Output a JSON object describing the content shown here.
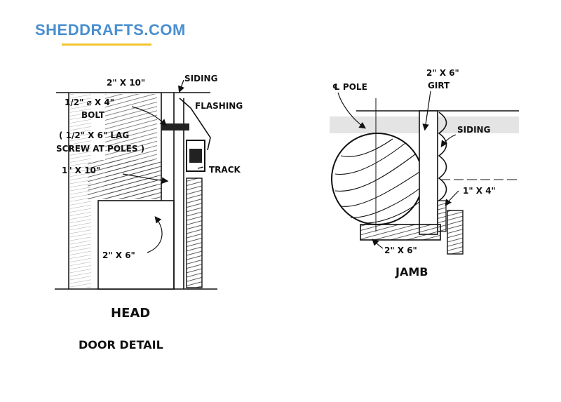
{
  "brand": {
    "logo_text": "SHEDDRAFTS.COM",
    "logo_color": "#4a8fcf",
    "underline_color": "#f2c431"
  },
  "head_detail": {
    "labels": {
      "header_size": "2\" X 10\"",
      "siding": "SIDING",
      "bolt_size": "1/2\" ⌀ X 4\"",
      "bolt": "BOLT",
      "flashing": "FLASHING",
      "lag_line1": "( 1/2\" X 6\" LAG",
      "lag_line2": "SCREW AT POLES )",
      "board": "1\" X 10\"",
      "track": "TRACK",
      "stud": "2\" X 6\""
    },
    "title": "HEAD"
  },
  "jamb_detail": {
    "labels": {
      "pole": "℄ POLE",
      "girt_size": "2\" X 6\"",
      "girt": "GIRT",
      "siding": "SIDING",
      "trim": "1\" X 4\"",
      "bottom": "2\" X 6\""
    },
    "title": "JAMB"
  },
  "caption": "DOOR DETAIL",
  "colors": {
    "ink": "#111111",
    "hatch": "#333333",
    "band": "#e4e4e4"
  }
}
